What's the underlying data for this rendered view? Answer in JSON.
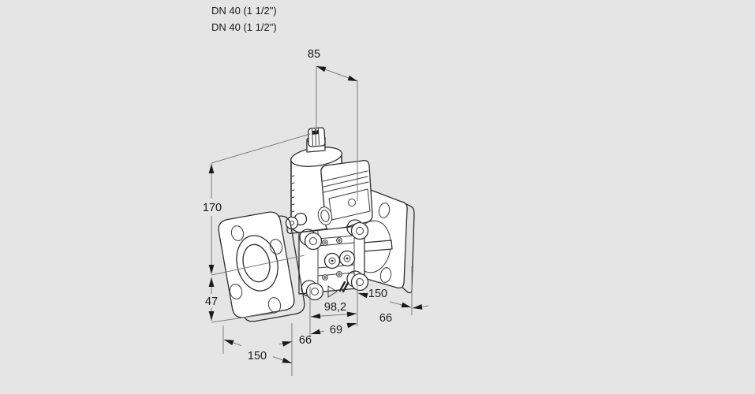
{
  "page": {
    "background_color": "#e5e5e5",
    "drawing_line_color": "#2e2e2e",
    "dimension_line_color": "#7d7d7d",
    "text_color": "#1a1a1a"
  },
  "pipe_labels": {
    "line1": "DN 40 (1 1/2\")",
    "line2": "DN 40 (1 1/2\")"
  },
  "drawing": {
    "subject": "flanged-solenoid-valve-isometric-dimension-drawing",
    "units": "mm"
  },
  "dimensions": {
    "actuator_width": "85",
    "axis_to_top": "170",
    "axis_to_bottom": "47",
    "left_flange_length": "150",
    "left_body_offset": "66",
    "port_spacing": "69",
    "body_width_total": "98,2",
    "right_flange_length": "150",
    "right_body_offset": "66"
  }
}
